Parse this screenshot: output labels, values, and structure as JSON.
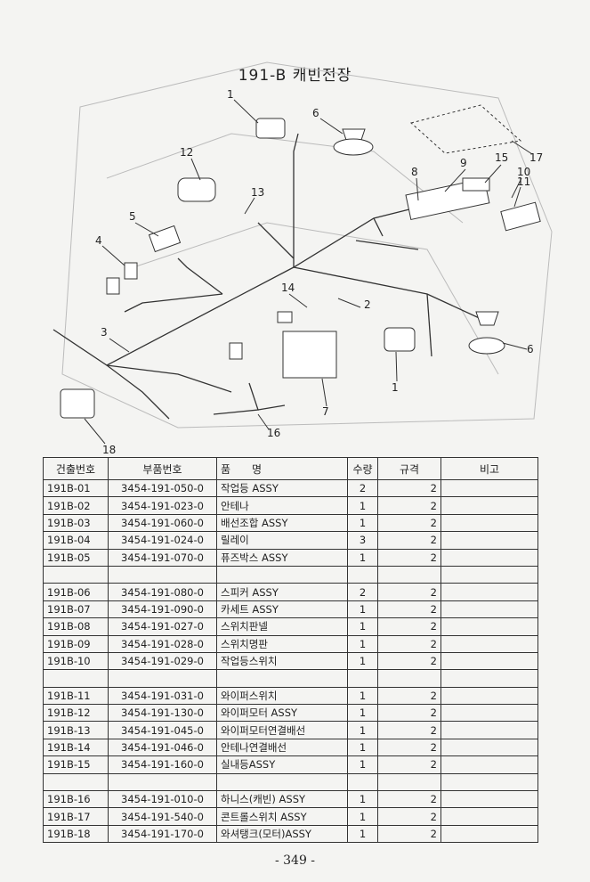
{
  "title": "191-B 캐빈전장",
  "callouts": [
    "1",
    "6",
    "12",
    "13",
    "5",
    "4",
    "8",
    "9",
    "15",
    "10",
    "11",
    "17",
    "14",
    "2",
    "3",
    "1",
    "6",
    "7",
    "16",
    "18"
  ],
  "table": {
    "headers": [
      "건출번호",
      "부품번호",
      "품　　명",
      "수량",
      "규격",
      "비고"
    ],
    "rows": [
      [
        "191B-01",
        "3454-191-050-0",
        "작업등 ASSY",
        "2",
        "2",
        ""
      ],
      [
        "191B-02",
        "3454-191-023-0",
        "안테나",
        "1",
        "2",
        ""
      ],
      [
        "191B-03",
        "3454-191-060-0",
        "배선조합 ASSY",
        "1",
        "2",
        ""
      ],
      [
        "191B-04",
        "3454-191-024-0",
        "릴레이",
        "3",
        "2",
        ""
      ],
      [
        "191B-05",
        "3454-191-070-0",
        "퓨즈박스 ASSY",
        "1",
        "2",
        ""
      ],
      [
        "",
        "",
        "",
        "",
        "",
        ""
      ],
      [
        "191B-06",
        "3454-191-080-0",
        "스피커 ASSY",
        "2",
        "2",
        ""
      ],
      [
        "191B-07",
        "3454-191-090-0",
        "카세트 ASSY",
        "1",
        "2",
        ""
      ],
      [
        "191B-08",
        "3454-191-027-0",
        "스위치판넬",
        "1",
        "2",
        ""
      ],
      [
        "191B-09",
        "3454-191-028-0",
        "스위치명판",
        "1",
        "2",
        ""
      ],
      [
        "191B-10",
        "3454-191-029-0",
        "작업등스위치",
        "1",
        "2",
        ""
      ],
      [
        "",
        "",
        "",
        "",
        "",
        ""
      ],
      [
        "191B-11",
        "3454-191-031-0",
        "와이퍼스위치",
        "1",
        "2",
        ""
      ],
      [
        "191B-12",
        "3454-191-130-0",
        "와이퍼모터 ASSY",
        "1",
        "2",
        ""
      ],
      [
        "191B-13",
        "3454-191-045-0",
        "와이퍼모터연결배선",
        "1",
        "2",
        ""
      ],
      [
        "191B-14",
        "3454-191-046-0",
        "안테나연결배선",
        "1",
        "2",
        ""
      ],
      [
        "191B-15",
        "3454-191-160-0",
        "실내등ASSY",
        "1",
        "2",
        ""
      ],
      [
        "",
        "",
        "",
        "",
        "",
        ""
      ],
      [
        "191B-16",
        "3454-191-010-0",
        "하니스(캐빈) ASSY",
        "1",
        "2",
        ""
      ],
      [
        "191B-17",
        "3454-191-540-0",
        "콘트롤스위치 ASSY",
        "1",
        "2",
        ""
      ],
      [
        "191B-18",
        "3454-191-170-0",
        "와셔탱크(모터)ASSY",
        "1",
        "2",
        ""
      ]
    ]
  },
  "page_number": "- 349 -"
}
